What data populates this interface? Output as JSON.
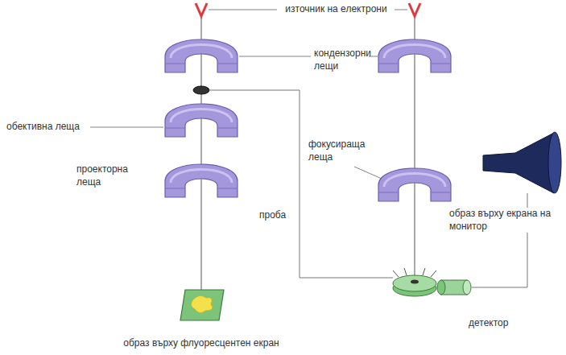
{
  "diagram": {
    "labels": [
      "източник на електрони",
      "кондензорни лещи",
      "обективна леща",
      "фокусираща леща",
      "проекторна леща",
      "проба",
      "образ върху екрана на монитор",
      "детектор",
      "образ върху флуоресцентен екран"
    ]
  }
}
